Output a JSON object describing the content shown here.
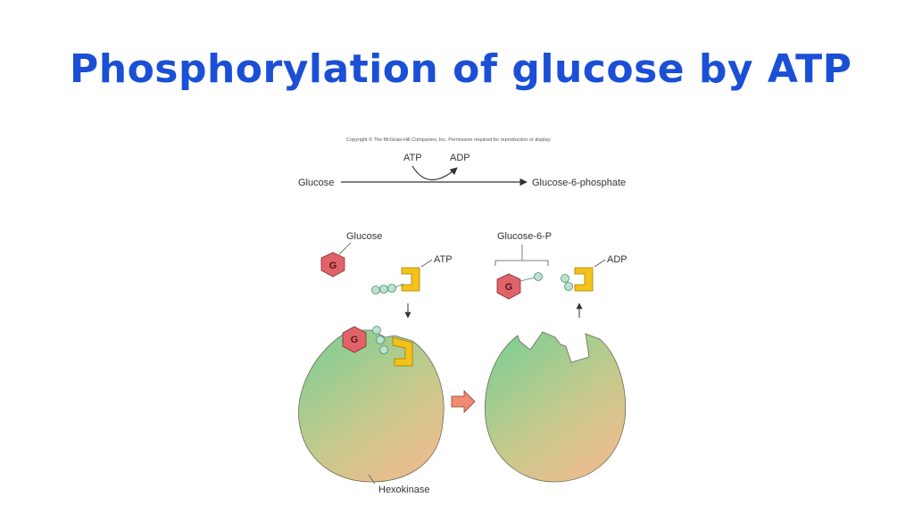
{
  "title": "Phosphorylation of glucose by ATP",
  "copyright": "Copyright © The McGraw-Hill Companies, Inc. Permission required for reproduction or display.",
  "equation": {
    "substrate": "Glucose",
    "product": "Glucose-6-phosphate",
    "cofactor_in": "ATP",
    "cofactor_out": "ADP"
  },
  "labels": {
    "glucose": "Glucose",
    "atp": "ATP",
    "glucose6p": "Glucose-6-P",
    "adp": "ADP",
    "enzyme": "Hexokinase",
    "glucose_symbol_1": "G",
    "glucose_symbol_2": "G",
    "glucose_symbol_3": "G"
  },
  "colors": {
    "title": "#1a4fd6",
    "glucose": "#e0636a",
    "atp": "#f4c21a",
    "phosphate": "#b9e3cf",
    "enzyme_top": "#7fcf94",
    "enzyme_bottom": "#f3bb8e",
    "transition_arrow": "#f08a73"
  }
}
